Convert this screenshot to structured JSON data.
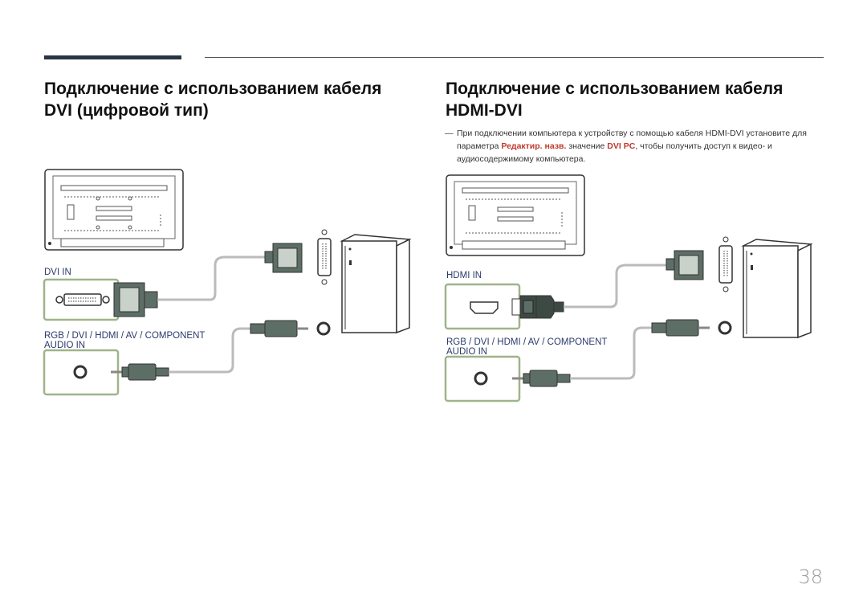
{
  "sections": {
    "left": {
      "title": "Подключение с использованием кабеля DVI (цифровой тип)",
      "port_label_1": "DVI IN",
      "port_label_2_line1": "RGB / DVI / HDMI / AV / COMPONENT",
      "port_label_2_line2": "AUDIO IN"
    },
    "right": {
      "title": "Подключение с использованием кабеля HDMI-DVI",
      "note_dash": "―",
      "note_part1": "При подключении компьютера к устройству с помощью кабеля HDMI-DVI установите для параметра ",
      "note_highlight1": "Редактир. назв.",
      "note_part2": " значение ",
      "note_highlight2": "DVI PC",
      "note_part3": ", чтобы получить доступ к видео- и аудиосодержимому компьютера.",
      "port_label_1": "HDMI IN",
      "port_label_2_line1": "RGB / DVI / HDMI / AV / COMPONENT",
      "port_label_2_line2": "AUDIO IN"
    }
  },
  "footer": {
    "page_number": "38"
  },
  "colors": {
    "accent_bar": "#2b3346",
    "highlight": "#c0392b",
    "port_frame": "#9fb48a",
    "connector": "#5d6e66",
    "label": "#2b3a6b"
  },
  "icons": [
    "monitor-back-panel",
    "dvi-connector",
    "hdmi-connector",
    "audio-jack",
    "pc-tower",
    "dvi-port",
    "audio-port"
  ]
}
